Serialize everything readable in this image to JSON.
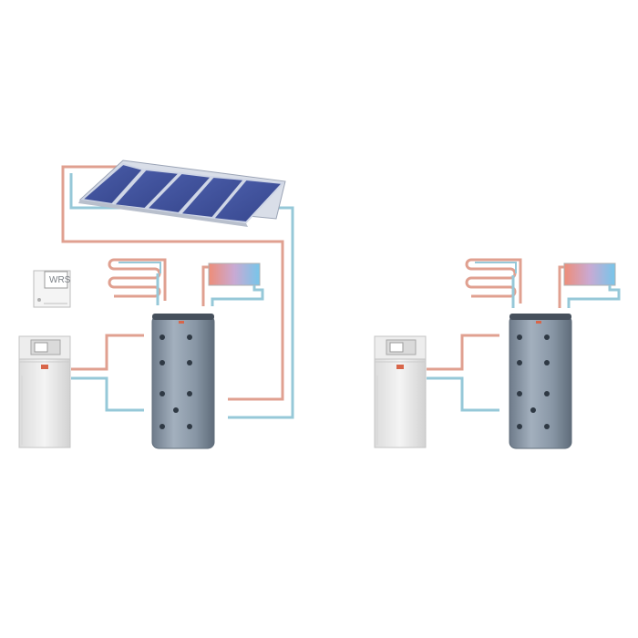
{
  "controller": {
    "label": "WRS"
  },
  "colors": {
    "hot_pipe": "#e0a090",
    "cold_pipe": "#96c8d8",
    "tank_body": "#8a98a8",
    "tank_dark": "#5d6a78",
    "solar_panel": "#3e4f98",
    "boiler_body": "#eeeeee",
    "brand_red": "#d8664a"
  },
  "systems": [
    {
      "id": "with-solar",
      "has_solar": true,
      "has_controller": true
    },
    {
      "id": "without-solar",
      "has_solar": false,
      "has_controller": false
    }
  ]
}
